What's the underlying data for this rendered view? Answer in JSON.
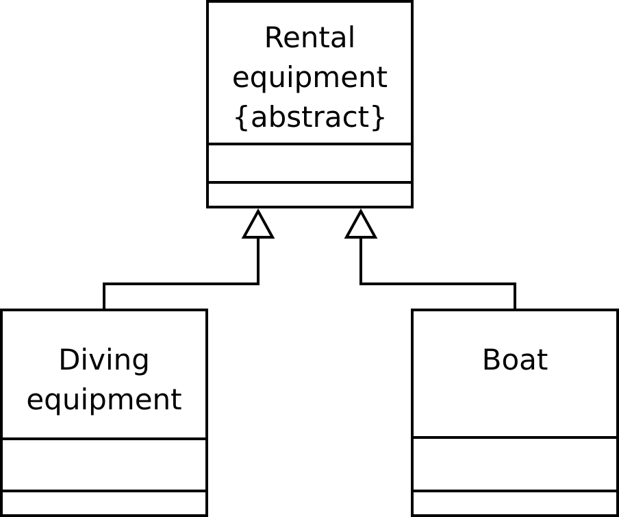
{
  "diagram": {
    "classes": {
      "rental": {
        "name_lines": [
          "Rental",
          "equipment",
          "{abstract}"
        ]
      },
      "diving": {
        "name_lines": [
          "Diving",
          "equipment"
        ]
      },
      "boat": {
        "name_lines": [
          "Boat"
        ]
      }
    },
    "relationships": [
      {
        "type": "generalization",
        "from": "diving",
        "to": "rental"
      },
      {
        "type": "generalization",
        "from": "boat",
        "to": "rental"
      }
    ],
    "colors": {
      "stroke": "#000000",
      "fill": "#ffffff",
      "text": "#000000"
    }
  }
}
